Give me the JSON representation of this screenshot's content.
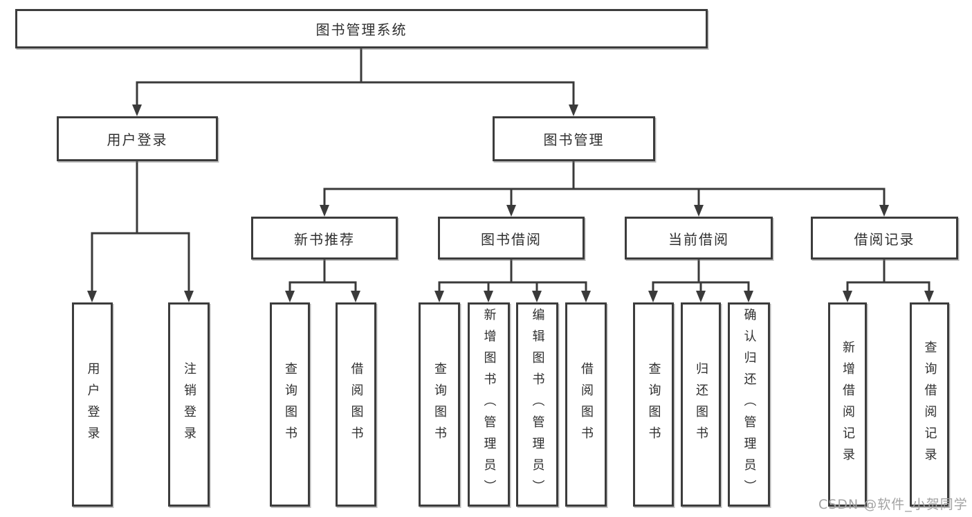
{
  "diagram": {
    "root_label": "图书管理系统",
    "level2": [
      {
        "label": "用户登录"
      },
      {
        "label": "图书管理"
      }
    ],
    "level3": [
      {
        "label": "新书推荐"
      },
      {
        "label": "图书借阅"
      },
      {
        "label": "当前借阅"
      },
      {
        "label": "借阅记录"
      }
    ],
    "leaves": [
      "用户登录",
      "注销登录",
      "查询图书",
      "借阅图书",
      "查询图书",
      "新增图书（管理员）",
      "编辑图书（管理员）",
      "借阅图书",
      "查询图书",
      "归还图书",
      "确认归还（管理员）",
      "新增借阅记录",
      "查询借阅记录"
    ]
  },
  "watermark": "CSDN @软件_小贺同学",
  "colors": {
    "line": "#3a3a3a",
    "box_border": "#3c3c3c",
    "text": "#2f2f2f",
    "watermark": "#a3a3a3",
    "background": "#ffffff"
  }
}
